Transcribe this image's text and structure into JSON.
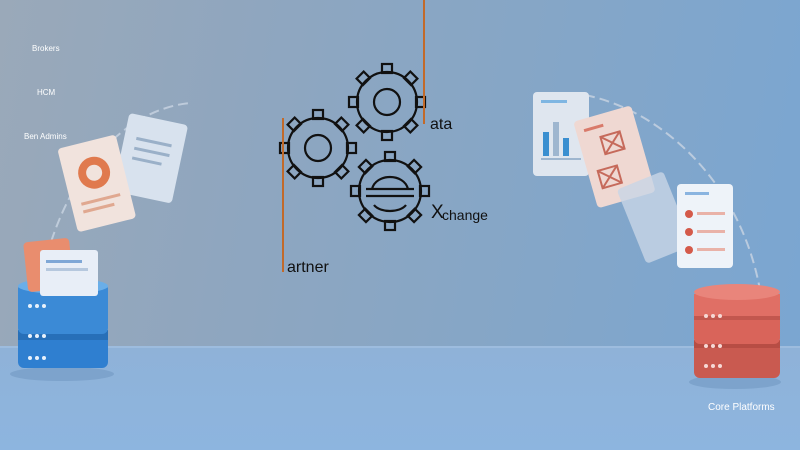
{
  "labels": {
    "brokers": "Brokers",
    "hcm": "HCM",
    "ben_admins": "Ben Admins",
    "core_platforms": "Core Platforms"
  },
  "logo": {
    "partner_suffix": "artner",
    "data_suffix": "ata",
    "exchange_x": "X",
    "exchange_suffix": "change"
  },
  "colors": {
    "db_left": "#2f7fd0",
    "db_right": "#d9645a",
    "accent_line": "#c26a2a",
    "floor": "#8db5df"
  },
  "icons": {
    "left_database": "database-icon",
    "right_database": "database-icon",
    "gears": "gear-icon"
  }
}
